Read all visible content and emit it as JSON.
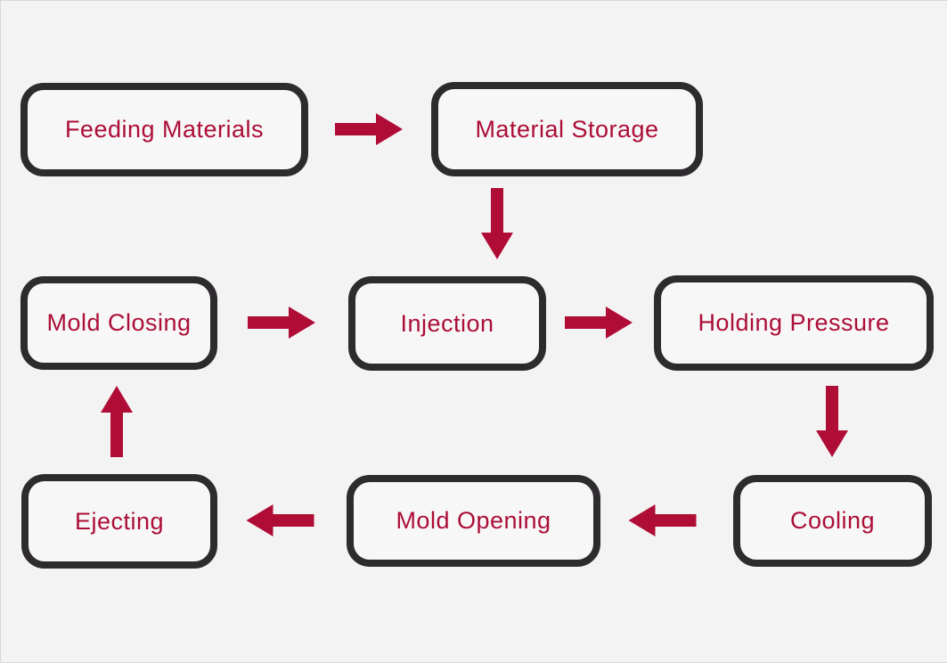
{
  "diagram": {
    "type": "flowchart",
    "subject": "Injection molding process cycle",
    "colors": {
      "background": "#f4f3f4",
      "box_fill": "#f8f7f8",
      "box_border": "#2e2b2e",
      "label_text": "#ab0e36",
      "arrow": "#b00d36"
    },
    "nodes": {
      "feeding": {
        "label": "Feeding Materials"
      },
      "storage": {
        "label": "Material Storage"
      },
      "mold_closing": {
        "label": "Mold Closing"
      },
      "injection": {
        "label": "Injection"
      },
      "holding": {
        "label": "Holding Pressure"
      },
      "cooling": {
        "label": "Cooling"
      },
      "mold_opening": {
        "label": "Mold Opening"
      },
      "ejecting": {
        "label": "Ejecting"
      }
    },
    "edges": [
      {
        "from": "Feeding Materials",
        "to": "Material Storage",
        "direction": "right"
      },
      {
        "from": "Material Storage",
        "to": "Injection",
        "direction": "down"
      },
      {
        "from": "Mold Closing",
        "to": "Injection",
        "direction": "right"
      },
      {
        "from": "Injection",
        "to": "Holding Pressure",
        "direction": "right"
      },
      {
        "from": "Holding Pressure",
        "to": "Cooling",
        "direction": "down"
      },
      {
        "from": "Cooling",
        "to": "Mold Opening",
        "direction": "left"
      },
      {
        "from": "Mold Opening",
        "to": "Ejecting",
        "direction": "left"
      },
      {
        "from": "Ejecting",
        "to": "Mold Closing",
        "direction": "up"
      }
    ]
  }
}
